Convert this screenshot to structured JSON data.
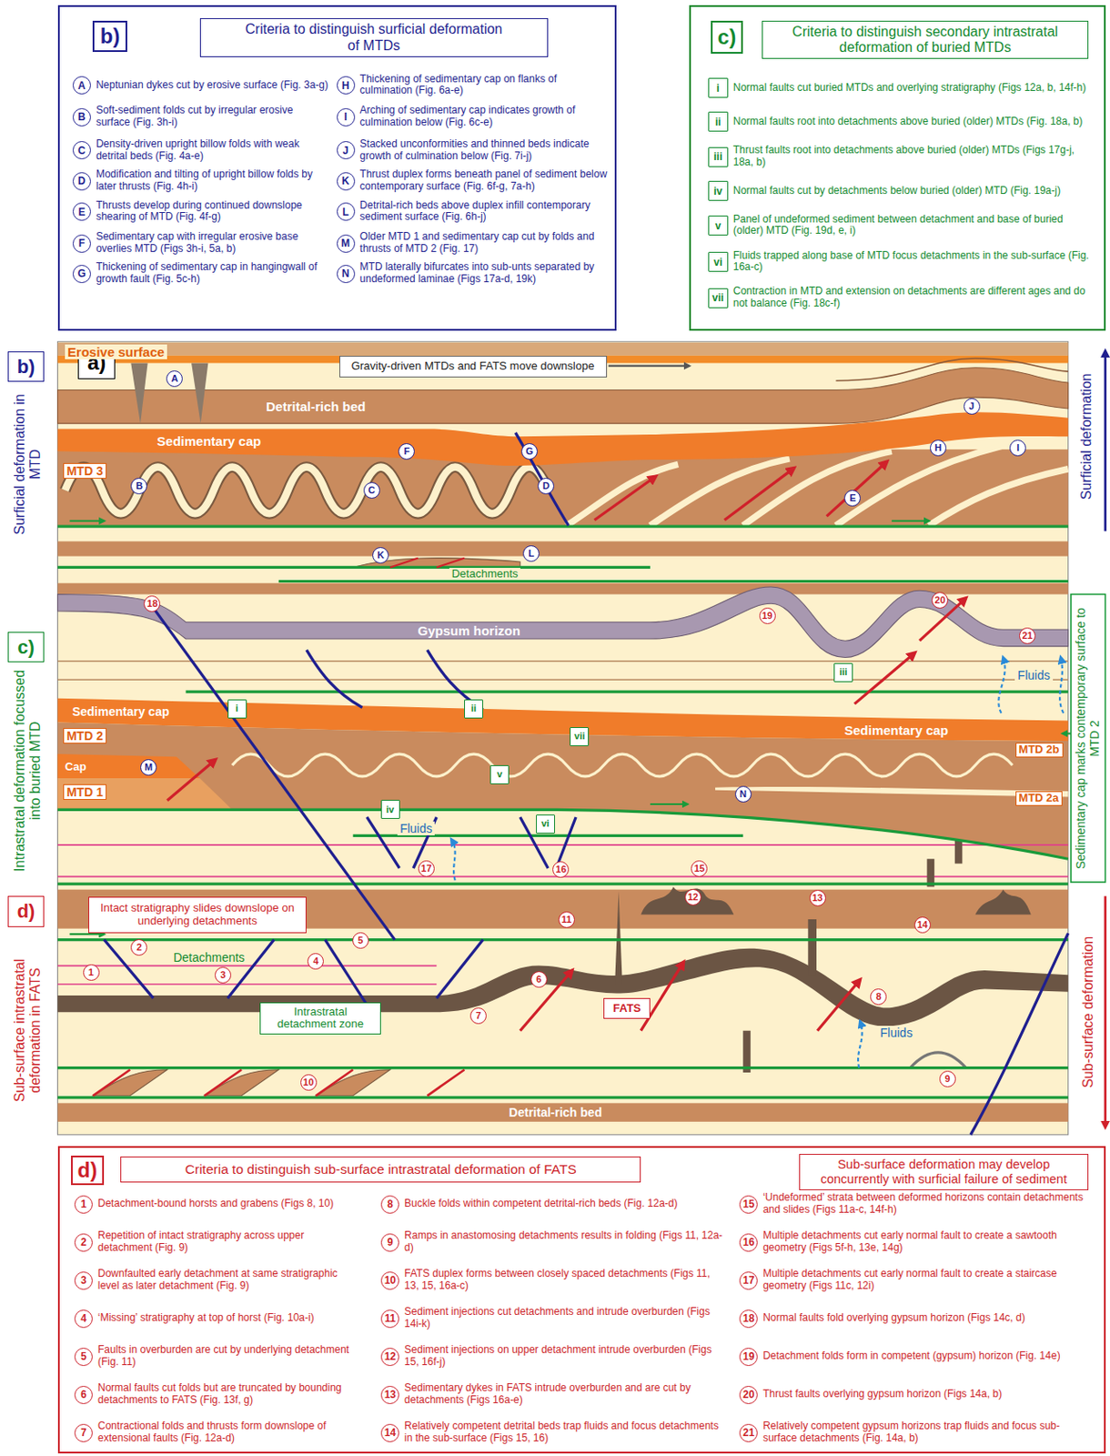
{
  "diagram": {
    "nodes": [
      {
        "text": [
          "b)"
        ]
      },
      {
        "text": [
          "Criteria to distinguish surficial deformation of MTDs"
        ],
        "in": 0
      },
      {
        "text": [
          "A",
          "Neptunian dykes cut by erosive surface (Fig. 3a-g)"
        ],
        "in": 0
      },
      {
        "text": [
          "B",
          "Soft-sediment folds cut by irregular erosive surface (Fig. 3h-i)"
        ],
        "in": 0
      },
      {
        "text": [
          "C",
          "Density-driven upright billow folds with weak detrital beds (Fig. 4a-e)"
        ],
        "in": 0
      },
      {
        "text": [
          "D",
          "Modification and tilting of upright billow folds by later thrusts (Fig. 4h-i)"
        ],
        "in": 0
      },
      {
        "text": [
          "E",
          "Thrusts develop during continued downslope shearing of MTD (Fig. 4f-g)"
        ],
        "in": 0
      },
      {
        "text": [
          "F",
          "Sedimentary cap with irregular erosive base overlies MTD (Figs 3h-i, 5a, b)"
        ],
        "in": 0
      },
      {
        "text": [
          "G",
          "Thickening of sedimentary cap in hangingwall of growth fault (Fig. 5c-h)"
        ],
        "in": 0
      },
      {
        "text": [
          "H",
          "Thickening of sedimentary cap on flanks of culmination (Fig. 6a-e)"
        ],
        "in": 0
      },
      {
        "text": [
          "I",
          "Arching of sedimentary cap indicates growth of culmination below (Fig. 6c-e)"
        ],
        "in": 0
      },
      {
        "text": [
          "J",
          "Stacked unconformities and thinned beds indicate growth of culmination below (Fig. 7i-j)"
        ],
        "in": 0
      },
      {
        "text": [
          "K",
          "Thrust duplex forms beneath panel of sediment below contemporary surface (Fig. 6f-g, 7a-h)"
        ],
        "in": 0
      },
      {
        "text": [
          "L",
          "Detrital-rich beds above duplex infill contemporary sediment surface (Fig. 6h-j)"
        ],
        "in": 0
      },
      {
        "text": [
          "M",
          "Older MTD 1 and sedimentary cap cut by folds and thrusts of MTD 2 (Fig. 17)"
        ],
        "in": 0
      },
      {
        "text": [
          "N",
          "MTD laterally bifurcates into sub-unts separated by undeformed laminae (Figs 17a-d, 19k)"
        ],
        "in": 0
      },
      {
        "text": [
          "c)"
        ]
      },
      {
        "text": [
          "Criteria to distinguish secondary intrastratal deformation of buried MTDs"
        ],
        "in": 16
      },
      {
        "text": [
          "i",
          "Normal faults cut buried MTDs and overlying stratigraphy (Figs 12a, b, 14f-h)"
        ],
        "in": 16
      },
      {
        "text": [
          "ii",
          "Normal faults root into detachments above buried (older) MTDs (Fig. 18a, b)"
        ],
        "in": 16
      },
      {
        "text": [
          "iii",
          "Thrust faults root into detachments above buried (older) MTDs (Figs 17g-j, 18a, b)"
        ],
        "in": 16
      },
      {
        "text": [
          "iv",
          "Normal faults cut by detachments below buried (older) MTD (Fig. 19a-j)"
        ],
        "in": 16
      },
      {
        "text": [
          "v",
          "Panel of undeformed sediment between detachment and base of buried (older) MTD (Fig. 19d, e, i)"
        ],
        "in": 16
      },
      {
        "text": [
          "vi",
          "Fluids trapped along base of MTD focus detachments in the sub-surface (Fig. 16a-c)"
        ],
        "in": 16
      },
      {
        "text": [
          "vii",
          "Contraction in MTD and extension on detachments are different ages and do not balance (Fig. 18c-f)"
        ],
        "in": 16
      },
      {
        "text": [
          "a)"
        ]
      },
      {
        "text": [
          "b)"
        ]
      },
      {
        "text": [
          "Gravity-driven MTDs and FATS move downslope"
        ]
      },
      {
        "text": [
          "A"
        ]
      },
      {
        "text": [
          "B"
        ]
      },
      {
        "text": [
          "C"
        ]
      },
      {
        "text": [
          "D"
        ]
      },
      {
        "text": [
          "E"
        ]
      },
      {
        "text": [
          "F"
        ]
      },
      {
        "text": [
          "G"
        ]
      },
      {
        "text": [
          "H"
        ]
      },
      {
        "text": [
          "I"
        ]
      },
      {
        "text": [
          "J"
        ]
      },
      {
        "text": [
          "K"
        ]
      },
      {
        "text": [
          "L"
        ]
      },
      {
        "text": [
          "M"
        ]
      },
      {
        "text": [
          "N"
        ]
      },
      {
        "text": [
          "c)"
        ]
      },
      {
        "text": [
          "i"
        ]
      },
      {
        "text": [
          "ii"
        ]
      },
      {
        "text": [
          "iii"
        ]
      },
      {
        "text": [
          "iv"
        ]
      },
      {
        "text": [
          "v"
        ]
      },
      {
        "text": [
          "vi"
        ]
      },
      {
        "text": [
          "vii"
        ]
      },
      {
        "text": [
          "d)"
        ]
      },
      {
        "text": [
          "Intact stratigraphy slides downslope on underlying detachments"
        ]
      },
      {
        "text": [
          "Intrastratal detachment zone"
        ]
      },
      {
        "text": [
          "FATS"
        ]
      },
      {
        "text": [
          "1"
        ]
      },
      {
        "text": [
          "2"
        ]
      },
      {
        "text": [
          "3"
        ]
      },
      {
        "text": [
          "4"
        ]
      },
      {
        "text": [
          "5"
        ]
      },
      {
        "text": [
          "6"
        ]
      },
      {
        "text": [
          "7"
        ]
      },
      {
        "text": [
          "8"
        ]
      },
      {
        "text": [
          "9"
        ]
      },
      {
        "text": [
          "10"
        ]
      },
      {
        "text": [
          "11"
        ]
      },
      {
        "text": [
          "12"
        ]
      },
      {
        "text": [
          "13"
        ]
      },
      {
        "text": [
          "14"
        ]
      },
      {
        "text": [
          "15"
        ]
      },
      {
        "text": [
          "16"
        ]
      },
      {
        "text": [
          "17"
        ]
      },
      {
        "text": [
          "18"
        ]
      },
      {
        "text": [
          "19"
        ]
      },
      {
        "text": [
          "20"
        ]
      },
      {
        "text": [
          "21"
        ]
      },
      {
        "text": [
          "d)"
        ]
      },
      {
        "text": [
          "Criteria to distinguish sub-surface intrastratal deformation of FATS"
        ],
        "in": 75
      },
      {
        "text": [
          "Sub-surface deformation may develop concurrently with surficial failure of sediment"
        ],
        "in": 75
      },
      {
        "text": [
          "1",
          "Detachment-bound horsts and grabens (Figs 8, 10)"
        ],
        "in": 75
      },
      {
        "text": [
          "2",
          "Repetition of intact stratigraphy across upper detachment (Fig. 9)"
        ],
        "in": 75
      },
      {
        "text": [
          "3",
          "Downfaulted early detachment at same stratigraphic level as later detachment (Fig. 9)"
        ],
        "in": 75
      },
      {
        "text": [
          "4",
          "‘Missing’ stratigraphy at top of horst (Fig. 10a-i)"
        ],
        "in": 75
      },
      {
        "text": [
          "5",
          "Faults in overburden are cut by underlying detachment (Fig. 11)"
        ],
        "in": 75
      },
      {
        "text": [
          "6",
          "Normal faults cut folds but are truncated by bounding detachments to FATS (Fig. 13f, g)"
        ],
        "in": 75
      },
      {
        "text": [
          "7",
          "Contractional folds and thrusts form downslope of extensional faults (Fig. 12a-d)"
        ],
        "in": 75
      },
      {
        "text": [
          "8",
          "Buckle folds within competent detrital-rich beds (Fig. 12a-d)"
        ],
        "in": 75
      },
      {
        "text": [
          "9",
          "Ramps in anastomosing detachments results in folding (Figs 11, 12a-d)"
        ],
        "in": 75
      },
      {
        "text": [
          "10",
          "FATS duplex forms between closely spaced detachments (Figs 11, 13, 15, 16a-c)"
        ],
        "in": 75
      },
      {
        "text": [
          "11",
          "Sediment injections cut detachments and intrude overburden (Figs 14i-k)"
        ],
        "in": 75
      },
      {
        "text": [
          "12",
          "Sediment injections on upper detachment intrude overburden (Figs 15, 16f-j)"
        ],
        "in": 75
      },
      {
        "text": [
          "13",
          "Sedimentary dykes in FATS intrude overburden and are cut by detachments (Figs 16a-e)"
        ],
        "in": 75
      },
      {
        "text": [
          "14",
          "Relatively competent detrital beds trap fluids and focus detachments in the sub-surface (Figs 15, 16)"
        ],
        "in": 75
      },
      {
        "text": [
          "15",
          "‘Undeformed’ strata between deformed horizons contain detachments and slides (Figs 11a-c, 14f-h)"
        ],
        "in": 75
      },
      {
        "text": [
          "16",
          "Multiple detachments cut early normal fault to create a sawtooth geometry (Figs 5f-h, 13e, 14g)"
        ],
        "in": 75
      },
      {
        "text": [
          "17",
          "Multiple detachments cut early normal fault to create a staircase geometry (Figs 11c, 12i)"
        ],
        "in": 75
      },
      {
        "text": [
          "18",
          "Normal faults fold overlying gypsum horizon (Figs 14c, d)"
        ],
        "in": 75
      },
      {
        "text": [
          "19",
          "Detachment folds form in competent (gypsum) horizon (Fig. 14e)"
        ],
        "in": 75
      },
      {
        "text": [
          "20",
          "Thrust faults overlying gypsum horizon (Figs 14a, b)"
        ],
        "in": 75
      },
      {
        "text": [
          "21",
          "Relatively competent gypsum horizons trap fluids and focus sub-surface detachments (Fig. 14a, b)"
        ],
        "in": 75
      }
    ],
    "labels": [
      "Erosive surface",
      "Detrital-rich bed",
      "Sedimentary cap",
      "MTD 3",
      "Detachments",
      "Gypsum horizon",
      "Fluids",
      "Sedimentary cap",
      "MTD 2",
      "Cap",
      "MTD 1",
      "Sedimentary cap",
      "MTD 2b",
      "MTD 2a",
      "Fluids",
      "Detachments",
      "Fluids",
      "Detrital-rich bed",
      "Surficial deformation in MTD",
      "Intrastratal deformation focussed into buried MTD",
      "Sub-surface intrastratal deformation in FATS",
      "Surficial deformation",
      "Sedimentary cap marks contemporary surface to MTD 2",
      "Sub-surface deformation"
    ]
  }
}
